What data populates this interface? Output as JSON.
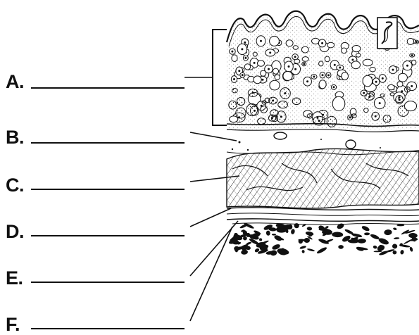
{
  "worksheet": {
    "labels": [
      {
        "id": "A",
        "text": "A."
      },
      {
        "id": "B",
        "text": "B."
      },
      {
        "id": "C",
        "text": "C."
      },
      {
        "id": "D",
        "text": "D."
      },
      {
        "id": "E",
        "text": "E."
      },
      {
        "id": "F",
        "text": "F."
      }
    ]
  },
  "colors": {
    "ink": "#111111",
    "background": "#ffffff"
  }
}
